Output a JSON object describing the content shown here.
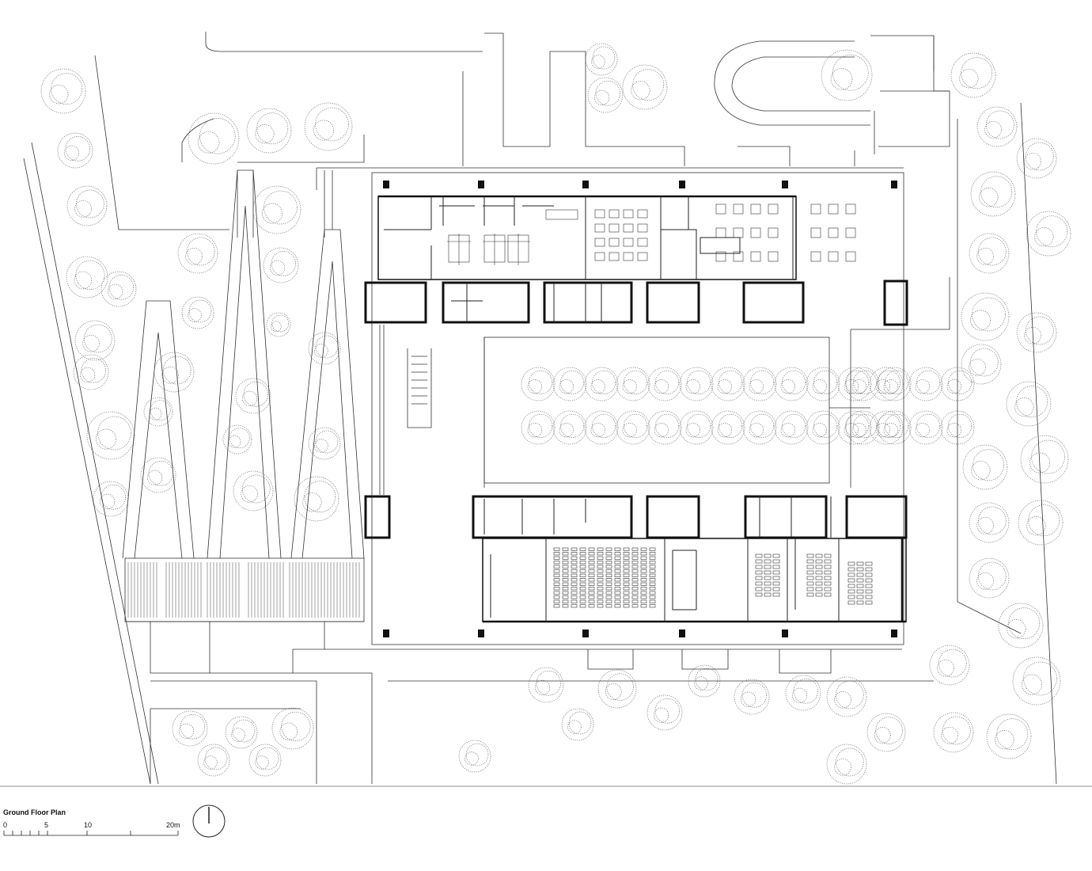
{
  "drawing": {
    "title": "Ground Floor Plan",
    "scale_labels": [
      "0",
      "5",
      "10",
      "20m"
    ]
  },
  "colors": {
    "line": "#222222",
    "wall": "#111111",
    "tree": "#555555",
    "background": "#ffffff"
  },
  "icons": {
    "north_arrow": "north-arrow-icon",
    "tree": "tree-icon"
  }
}
